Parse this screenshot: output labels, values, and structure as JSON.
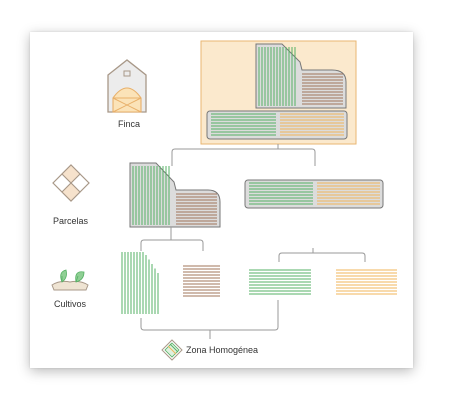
{
  "labels": {
    "finca": "Finca",
    "parcelas": "Parcelas",
    "cultivos": "Cultivos",
    "zona": "Zona Homogénea"
  },
  "colors": {
    "green": "#55b064",
    "orange": "#f0b45a",
    "brown": "#a0745a",
    "plot_fill": "#dcdcdc",
    "plot_border": "#777777",
    "highlight": "#fbe9cd",
    "highlight_border": "#e8b672",
    "connector": "#9a9a9a",
    "icon": "#a89888"
  },
  "icons": {
    "finca": "barn-icon",
    "parcelas": "field-plots-icon",
    "cultivos": "crops-icon",
    "zona": "homogeneous-zone-icon"
  }
}
